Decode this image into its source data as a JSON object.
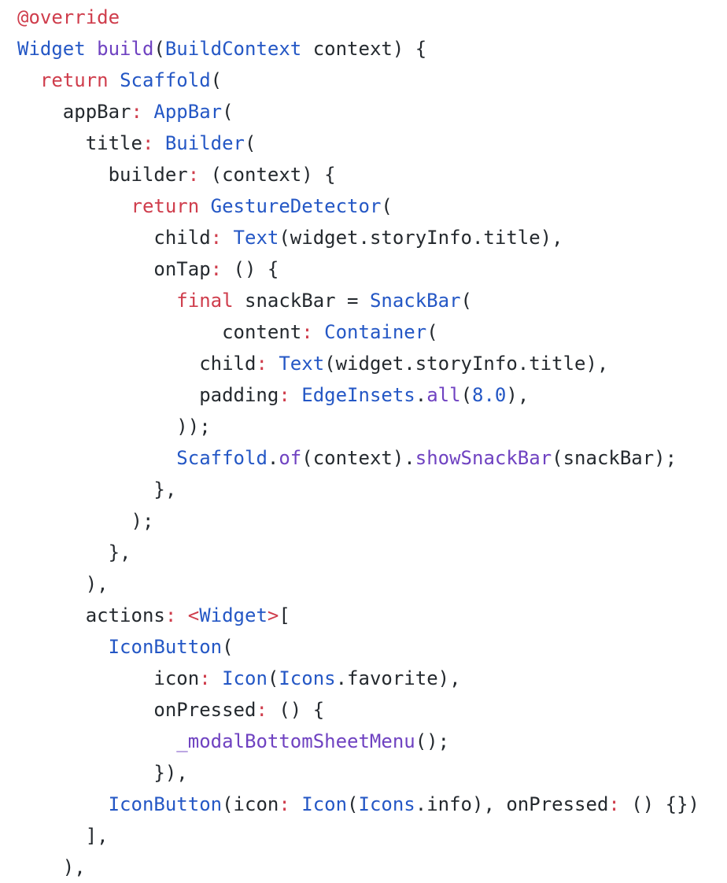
{
  "colors": {
    "keyword": "#cf3d4c",
    "type": "#2457c5",
    "function": "#6f42c1",
    "plain": "#24292e"
  },
  "lines": [
    [
      [
        "k",
        "@override"
      ]
    ],
    [
      [
        "t",
        "Widget"
      ],
      [
        "p",
        " "
      ],
      [
        "f",
        "build"
      ],
      [
        "p",
        "("
      ],
      [
        "t",
        "BuildContext"
      ],
      [
        "p",
        " context) {"
      ]
    ],
    [
      [
        "p",
        "  "
      ],
      [
        "k",
        "return"
      ],
      [
        "p",
        " "
      ],
      [
        "t",
        "Scaffold"
      ],
      [
        "p",
        "("
      ]
    ],
    [
      [
        "p",
        "    appBar"
      ],
      [
        "k",
        ":"
      ],
      [
        "p",
        " "
      ],
      [
        "t",
        "AppBar"
      ],
      [
        "p",
        "("
      ]
    ],
    [
      [
        "p",
        "      title"
      ],
      [
        "k",
        ":"
      ],
      [
        "p",
        " "
      ],
      [
        "t",
        "Builder"
      ],
      [
        "p",
        "("
      ]
    ],
    [
      [
        "p",
        "        builder"
      ],
      [
        "k",
        ":"
      ],
      [
        "p",
        " (context) {"
      ]
    ],
    [
      [
        "p",
        "          "
      ],
      [
        "k",
        "return"
      ],
      [
        "p",
        " "
      ],
      [
        "t",
        "GestureDetector"
      ],
      [
        "p",
        "("
      ]
    ],
    [
      [
        "p",
        "            child"
      ],
      [
        "k",
        ":"
      ],
      [
        "p",
        " "
      ],
      [
        "t",
        "Text"
      ],
      [
        "p",
        "(widget.storyInfo.title),"
      ]
    ],
    [
      [
        "p",
        "            onTap"
      ],
      [
        "k",
        ":"
      ],
      [
        "p",
        " () {"
      ]
    ],
    [
      [
        "p",
        "              "
      ],
      [
        "k",
        "final"
      ],
      [
        "p",
        " snackBar = "
      ],
      [
        "t",
        "SnackBar"
      ],
      [
        "p",
        "("
      ]
    ],
    [
      [
        "p",
        "                  content"
      ],
      [
        "k",
        ":"
      ],
      [
        "p",
        " "
      ],
      [
        "t",
        "Container"
      ],
      [
        "p",
        "("
      ]
    ],
    [
      [
        "p",
        "                child"
      ],
      [
        "k",
        ":"
      ],
      [
        "p",
        " "
      ],
      [
        "t",
        "Text"
      ],
      [
        "p",
        "(widget.storyInfo.title),"
      ]
    ],
    [
      [
        "p",
        "                padding"
      ],
      [
        "k",
        ":"
      ],
      [
        "p",
        " "
      ],
      [
        "t",
        "EdgeInsets"
      ],
      [
        "p",
        "."
      ],
      [
        "f",
        "all"
      ],
      [
        "p",
        "("
      ],
      [
        "t",
        "8.0"
      ],
      [
        "p",
        "),"
      ]
    ],
    [
      [
        "p",
        "              ));"
      ]
    ],
    [
      [
        "p",
        "              "
      ],
      [
        "t",
        "Scaffold"
      ],
      [
        "p",
        "."
      ],
      [
        "f",
        "of"
      ],
      [
        "p",
        "(context)."
      ],
      [
        "f",
        "showSnackBar"
      ],
      [
        "p",
        "(snackBar);"
      ]
    ],
    [
      [
        "p",
        "            },"
      ]
    ],
    [
      [
        "p",
        "          );"
      ]
    ],
    [
      [
        "p",
        "        },"
      ]
    ],
    [
      [
        "p",
        "      ),"
      ]
    ],
    [
      [
        "p",
        "      actions"
      ],
      [
        "k",
        ":"
      ],
      [
        "p",
        " "
      ],
      [
        "k",
        "<"
      ],
      [
        "t",
        "Widget"
      ],
      [
        "k",
        ">"
      ],
      [
        "p",
        "["
      ]
    ],
    [
      [
        "p",
        "        "
      ],
      [
        "t",
        "IconButton"
      ],
      [
        "p",
        "("
      ]
    ],
    [
      [
        "p",
        "            icon"
      ],
      [
        "k",
        ":"
      ],
      [
        "p",
        " "
      ],
      [
        "t",
        "Icon"
      ],
      [
        "p",
        "("
      ],
      [
        "t",
        "Icons"
      ],
      [
        "p",
        ".favorite),"
      ]
    ],
    [
      [
        "p",
        "            onPressed"
      ],
      [
        "k",
        ":"
      ],
      [
        "p",
        " () {"
      ]
    ],
    [
      [
        "p",
        "              "
      ],
      [
        "f",
        "_modalBottomSheetMenu"
      ],
      [
        "p",
        "();"
      ]
    ],
    [
      [
        "p",
        "            }),"
      ]
    ],
    [
      [
        "p",
        "        "
      ],
      [
        "t",
        "IconButton"
      ],
      [
        "p",
        "(icon"
      ],
      [
        "k",
        ":"
      ],
      [
        "p",
        " "
      ],
      [
        "t",
        "Icon"
      ],
      [
        "p",
        "("
      ],
      [
        "t",
        "Icons"
      ],
      [
        "p",
        ".info), onPressed"
      ],
      [
        "k",
        ":"
      ],
      [
        "p",
        " () {})"
      ]
    ],
    [
      [
        "p",
        "      ],"
      ]
    ],
    [
      [
        "p",
        "    ),"
      ]
    ]
  ]
}
